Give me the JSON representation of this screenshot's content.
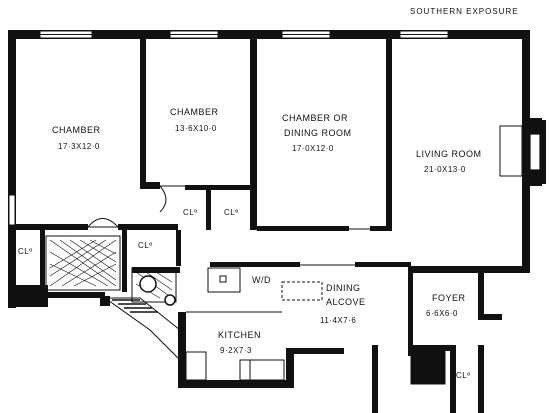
{
  "exposure": "SOUTHERN EXPOSURE",
  "rooms": {
    "chamber1": {
      "name": "CHAMBER",
      "dims": "17·3X12·0"
    },
    "chamber2": {
      "name": "CHAMBER",
      "dims": "13·6X10·0"
    },
    "chamber3": {
      "name_line1": "CHAMBER OR",
      "name_line2": "DINING ROOM",
      "dims": "17·0X12·0"
    },
    "living": {
      "name": "LIVING ROOM",
      "dims": "21·0X13·0"
    },
    "dining": {
      "name_line1": "DINING",
      "name_line2": "ALCOVE",
      "dims": "11·4X7·6"
    },
    "foyer": {
      "name": "FOYER",
      "dims": "6·6X6·0"
    },
    "kitchen": {
      "name": "KITCHEN",
      "dims": "9·2X7·3"
    }
  },
  "closets": [
    "CLº",
    "CLº",
    "CLº",
    "CLº",
    "CLº"
  ],
  "wd": "W/D"
}
